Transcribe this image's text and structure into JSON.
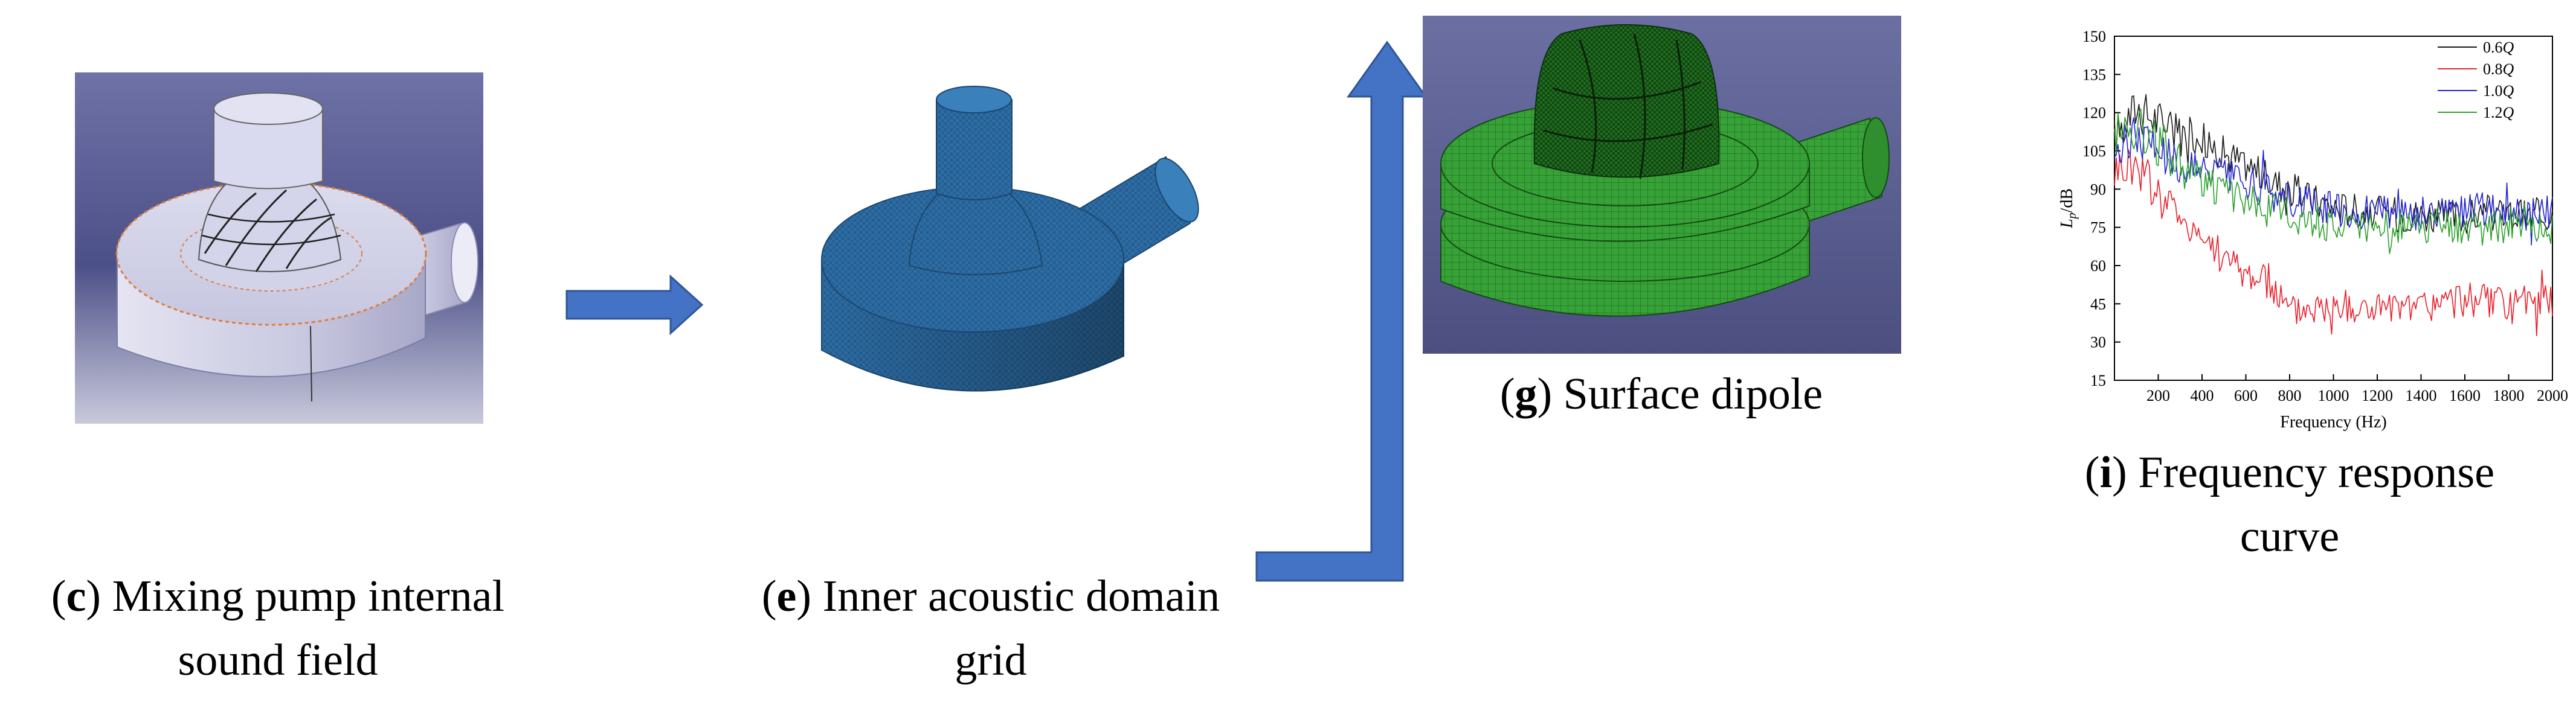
{
  "panels": {
    "c": {
      "letter": "c",
      "caption_line1": "Mixing pump internal",
      "caption_line2": "sound field"
    },
    "e": {
      "letter": "e",
      "caption_line1": "Inner acoustic domain",
      "caption_line2": "grid"
    },
    "g": {
      "letter": "g",
      "caption_line1": "Surface dipole"
    },
    "i": {
      "letter": "i",
      "caption_line1": "Frequency response",
      "caption_line2": "curve"
    }
  },
  "colors": {
    "arrow": "#4472c4",
    "arrow_edge": "#2f5597",
    "cad_body": "#d9d9ee",
    "cad_bg": "#5a5f96",
    "mesh_blue": "#2e6fa6",
    "mesh_green": "#2f9a2f",
    "dipole_bg": "#5c5f90"
  },
  "chart_data": {
    "type": "line",
    "xlabel": "Frequency (Hz)",
    "ylabel": "Lp/dB",
    "ylabel_main": "L",
    "ylabel_sub": "p",
    "ylabel_unit": "/dB",
    "xlim": [
      0,
      2000
    ],
    "ylim": [
      15,
      150
    ],
    "xticks": [
      200,
      400,
      600,
      800,
      1000,
      1200,
      1400,
      1600,
      1800,
      2000
    ],
    "yticks": [
      15,
      30,
      45,
      60,
      75,
      90,
      105,
      120,
      135,
      150
    ],
    "legend_position": "top-right",
    "series": [
      {
        "name": "0.6Q",
        "name_num": "0.6",
        "name_sym": "Q",
        "color": "#1a1a1a",
        "x": [
          0,
          100,
          200,
          300,
          400,
          500,
          600,
          700,
          800,
          900,
          1000,
          1100,
          1200,
          1300,
          1400,
          1500,
          1600,
          1700,
          1800,
          1900,
          2000
        ],
        "y": [
          110,
          122,
          117,
          113,
          110,
          104,
          100,
          94,
          90,
          86,
          83,
          82,
          81,
          80,
          80,
          79,
          79,
          80,
          80,
          79,
          80
        ]
      },
      {
        "name": "0.8Q",
        "name_num": "0.8",
        "name_sym": "Q",
        "color": "#e8202a",
        "x": [
          0,
          100,
          200,
          300,
          400,
          500,
          600,
          700,
          800,
          900,
          1000,
          1100,
          1200,
          1300,
          1400,
          1500,
          1600,
          1700,
          1800,
          1900,
          2000
        ],
        "y": [
          98,
          100,
          88,
          80,
          72,
          63,
          57,
          55,
          42,
          44,
          44,
          43,
          44,
          42,
          44,
          45,
          47,
          46,
          43,
          47,
          46
        ]
      },
      {
        "name": "1.0Q",
        "name_num": "1.0",
        "name_sym": "Q",
        "color": "#2222cc",
        "x": [
          0,
          100,
          200,
          300,
          400,
          500,
          600,
          700,
          800,
          900,
          1000,
          1100,
          1200,
          1300,
          1400,
          1500,
          1600,
          1700,
          1800,
          1900,
          2000
        ],
        "y": [
          105,
          112,
          106,
          100,
          98,
          95,
          92,
          89,
          86,
          84,
          82,
          81,
          81,
          80,
          80,
          80,
          81,
          82,
          80,
          81,
          81
        ]
      },
      {
        "name": "1.2Q",
        "name_num": "1.2",
        "name_sym": "Q",
        "color": "#2ca02c",
        "x": [
          0,
          100,
          200,
          300,
          400,
          500,
          600,
          700,
          800,
          900,
          1000,
          1100,
          1200,
          1300,
          1400,
          1500,
          1600,
          1700,
          1800,
          1900,
          2000
        ],
        "y": [
          112,
          115,
          108,
          100,
          94,
          88,
          86,
          82,
          80,
          78,
          76,
          74,
          74,
          75,
          74,
          75,
          74,
          75,
          76,
          74,
          75
        ]
      }
    ]
  }
}
